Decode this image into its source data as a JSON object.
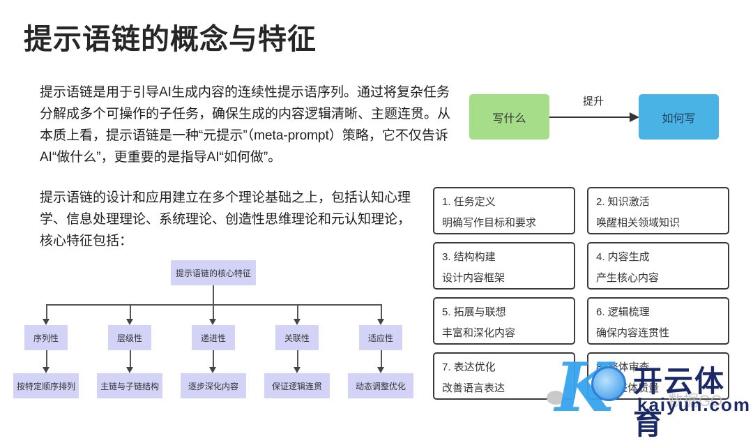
{
  "title": "提示语链的概念与特征",
  "paragraphs": {
    "intro": "提示语链是用于引导AI生成内容的连续性提示语序列。通过将复杂任务分解成多个可操作的子任务，确保生成的内容逻辑清晰、主题连贯。从本质上看，提示语链是一种“元提示”（meta-prompt）策略，它不仅告诉AI“做什么”，更重要的是指导AI“如何做”。",
    "foundation": "提示语链的设计和应用建立在多个理论基础之上，包括认知心理学、信息处理理论、系统理论、创造性思维理论和元认知理论，核心特征包括："
  },
  "flow": {
    "from": "写什么",
    "to": "如何写",
    "label": "提升",
    "colors": {
      "from": "#a6dd88",
      "to": "#4ab3e6"
    }
  },
  "steps": [
    {
      "title": "1. 任务定义",
      "desc": "明确写作目标和要求"
    },
    {
      "title": "2. 知识激活",
      "desc": "唤醒相关领域知识"
    },
    {
      "title": "3. 结构构建",
      "desc": "设计内容框架"
    },
    {
      "title": "4. 内容生成",
      "desc": "产生核心内容"
    },
    {
      "title": "5. 拓展与联想",
      "desc": "丰富和深化内容"
    },
    {
      "title": "6. 逻辑梳理",
      "desc": "确保内容连贯性"
    },
    {
      "title": "7. 表达优化",
      "desc": "改善语言表达"
    },
    {
      "title": "8. 整体审查",
      "desc": "提升整体质量"
    }
  ],
  "tree": {
    "root": "提示语链的核心特征",
    "branches": [
      {
        "feature": "序列性",
        "detail": "按特定顺序排列"
      },
      {
        "feature": "层级性",
        "detail": "主链与子链结构"
      },
      {
        "feature": "递进性",
        "detail": "逐步深化内容"
      },
      {
        "feature": "关联性",
        "detail": "保证逻辑连贯"
      },
      {
        "feature": "适应性",
        "detail": "动态调整优化"
      }
    ],
    "node_color": "#d3d3f7"
  },
  "watermark": {
    "brand_cn": "开云体育",
    "brand_en": "kaiyun.com",
    "source": "数据GO"
  }
}
